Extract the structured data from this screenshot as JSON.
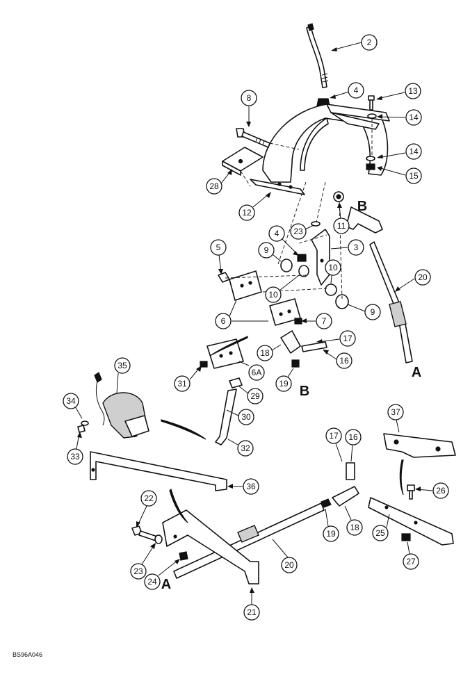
{
  "figure": {
    "reference_code": "BS96A046",
    "section_letters": [
      "A",
      "B"
    ]
  },
  "callouts": [
    {
      "id": "c2",
      "label": "2"
    },
    {
      "id": "c4a",
      "label": "4"
    },
    {
      "id": "c13",
      "label": "13"
    },
    {
      "id": "c14a",
      "label": "14"
    },
    {
      "id": "c8",
      "label": "8"
    },
    {
      "id": "c14b",
      "label": "14"
    },
    {
      "id": "c15",
      "label": "15"
    },
    {
      "id": "c28",
      "label": "28"
    },
    {
      "id": "c12",
      "label": "12"
    },
    {
      "id": "c11",
      "label": "11"
    },
    {
      "id": "c23a",
      "label": "23"
    },
    {
      "id": "c4b",
      "label": "4"
    },
    {
      "id": "c5",
      "label": "5"
    },
    {
      "id": "c9a",
      "label": "9"
    },
    {
      "id": "c3",
      "label": "3"
    },
    {
      "id": "c10a",
      "label": "10"
    },
    {
      "id": "c10b",
      "label": "10"
    },
    {
      "id": "c20a",
      "label": "20"
    },
    {
      "id": "c9b",
      "label": "9"
    },
    {
      "id": "c6",
      "label": "6"
    },
    {
      "id": "c7",
      "label": "7"
    },
    {
      "id": "c17a",
      "label": "17"
    },
    {
      "id": "c18a",
      "label": "18"
    },
    {
      "id": "c16a",
      "label": "16"
    },
    {
      "id": "c35",
      "label": "35"
    },
    {
      "id": "c6a",
      "label": "6A"
    },
    {
      "id": "c31",
      "label": "31"
    },
    {
      "id": "c19a",
      "label": "19"
    },
    {
      "id": "c29",
      "label": "29"
    },
    {
      "id": "c34",
      "label": "34"
    },
    {
      "id": "c30",
      "label": "30"
    },
    {
      "id": "c37",
      "label": "37"
    },
    {
      "id": "c33",
      "label": "33"
    },
    {
      "id": "c32",
      "label": "32"
    },
    {
      "id": "c17b",
      "label": "17"
    },
    {
      "id": "c16b",
      "label": "16"
    },
    {
      "id": "c36",
      "label": "36"
    },
    {
      "id": "c26",
      "label": "26"
    },
    {
      "id": "c22",
      "label": "22"
    },
    {
      "id": "c19b",
      "label": "19"
    },
    {
      "id": "c18b",
      "label": "18"
    },
    {
      "id": "c25",
      "label": "25"
    },
    {
      "id": "c20b",
      "label": "20"
    },
    {
      "id": "c23b",
      "label": "23"
    },
    {
      "id": "c24",
      "label": "24"
    },
    {
      "id": "c27",
      "label": "27"
    },
    {
      "id": "c21",
      "label": "21"
    }
  ]
}
